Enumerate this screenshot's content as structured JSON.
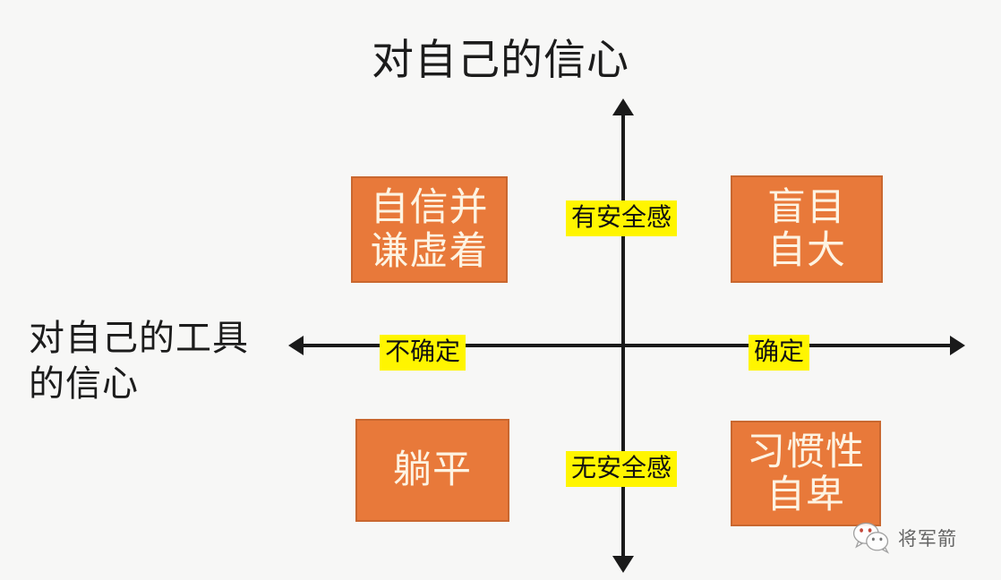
{
  "chart_data": {
    "type": "scatter",
    "title": "对自己的信心",
    "xlabel": "对自己的工具的信心",
    "ylabel": "对自己的信心",
    "axis_left_title_lines": [
      "对自己的工具",
      "的信心"
    ],
    "x_axis": {
      "negative_label": "不确定",
      "positive_label": "确定"
    },
    "y_axis": {
      "positive_label": "有安全感",
      "negative_label": "无安全感"
    },
    "quadrants": [
      {
        "position": "top-left",
        "lines": [
          "自信并",
          "谦虚着"
        ],
        "x": "不确定",
        "y": "有安全感"
      },
      {
        "position": "top-right",
        "lines": [
          "盲目",
          "自大"
        ],
        "x": "确定",
        "y": "有安全感"
      },
      {
        "position": "bottom-left",
        "lines": [
          "躺平"
        ],
        "x": "不确定",
        "y": "无安全感"
      },
      {
        "position": "bottom-right",
        "lines": [
          "习惯性",
          "自卑"
        ],
        "x": "确定",
        "y": "无安全感"
      }
    ],
    "colors": {
      "box_fill": "#e8793a",
      "box_border": "#c9672f",
      "box_text": "#fdf3e2",
      "highlight": "#fff500",
      "axis": "#1a1a1a",
      "background": "#f7f7f6"
    },
    "grid": false,
    "legend": "none"
  },
  "watermark": {
    "icon": "wechat-icon",
    "text": "将军箭"
  }
}
